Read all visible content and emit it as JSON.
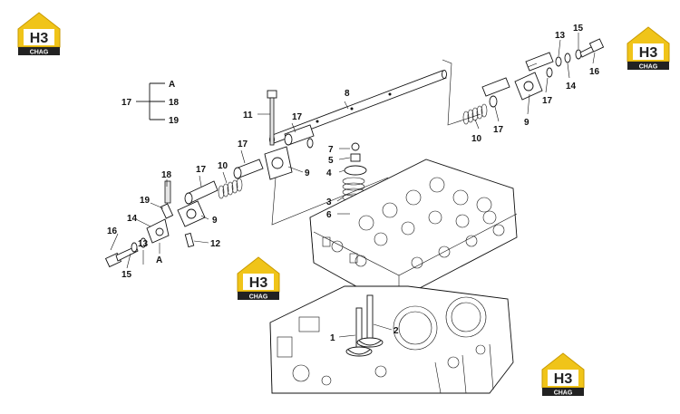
{
  "logo": {
    "letters": "H3",
    "word": "CHAG",
    "color": "#f0c419",
    "dark": "#222222"
  },
  "labels": {
    "A_top": "A",
    "A_bottom": "A",
    "n1": "1",
    "n2": "2",
    "n3": "3",
    "n4": "4",
    "n5": "5",
    "n6": "6",
    "n7": "7",
    "n8": "8",
    "n9_left": "9",
    "n9_mid": "9",
    "n9_right": "9",
    "n10_left": "10",
    "n10_right": "10",
    "n11": "11",
    "n12": "12",
    "n13_left": "13",
    "n13_right": "13",
    "n14_left": "14",
    "n14_right": "14",
    "n15_left": "15",
    "n15_right": "15",
    "n16_left": "16",
    "n16_right": "16",
    "n17_legend": "17",
    "n17_left": "17",
    "n17_mid": "17",
    "n17_upper": "17",
    "n17_right_a": "17",
    "n17_right_b": "17",
    "n18_legend": "18",
    "n18_left": "18",
    "n19_legend": "19",
    "n19_left": "19"
  }
}
